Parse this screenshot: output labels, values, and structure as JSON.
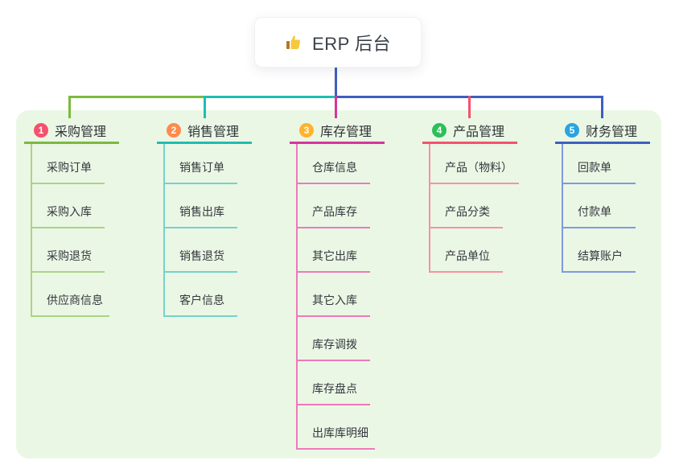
{
  "root": {
    "title": "ERP 后台",
    "icon": "thumbs-up-icon",
    "icon_color": "#f7c73c",
    "icon_cuff_color": "#b5762a"
  },
  "canvas": {
    "background": "#ffffff",
    "panel_background": "#ebf7e5",
    "stem_color": "#3d5fc0"
  },
  "branches": [
    {
      "number": "1",
      "label": "采购管理",
      "badge_color": "#f5516c",
      "line_color": "#7cb93e",
      "child_line_color": "#a9d486",
      "children": [
        "采购订单",
        "采购入库",
        "采购退货",
        "供应商信息"
      ]
    },
    {
      "number": "2",
      "label": "销售管理",
      "badge_color": "#ff8a4d",
      "line_color": "#1fbdb2",
      "child_line_color": "#74d2ca",
      "children": [
        "销售订单",
        "销售出库",
        "销售退货",
        "客户信息"
      ]
    },
    {
      "number": "3",
      "label": "库存管理",
      "badge_color": "#ffb32c",
      "line_color": "#d6359c",
      "child_line_color": "#ee79bb",
      "children": [
        "仓库信息",
        "产品库存",
        "其它出库",
        "其它入库",
        "库存调拨",
        "库存盘点",
        "出库库明细"
      ]
    },
    {
      "number": "4",
      "label": "产品管理",
      "badge_color": "#2ebe5a",
      "line_color": "#f5516c",
      "child_line_color": "#f8919e",
      "children": [
        "产品（物料）",
        "产品分类",
        "产品单位"
      ]
    },
    {
      "number": "5",
      "label": "财务管理",
      "badge_color": "#29a4e0",
      "line_color": "#3d5fc0",
      "child_line_color": "#7e9ade",
      "children": [
        "回款单",
        "付款单",
        "结算账户"
      ]
    }
  ]
}
